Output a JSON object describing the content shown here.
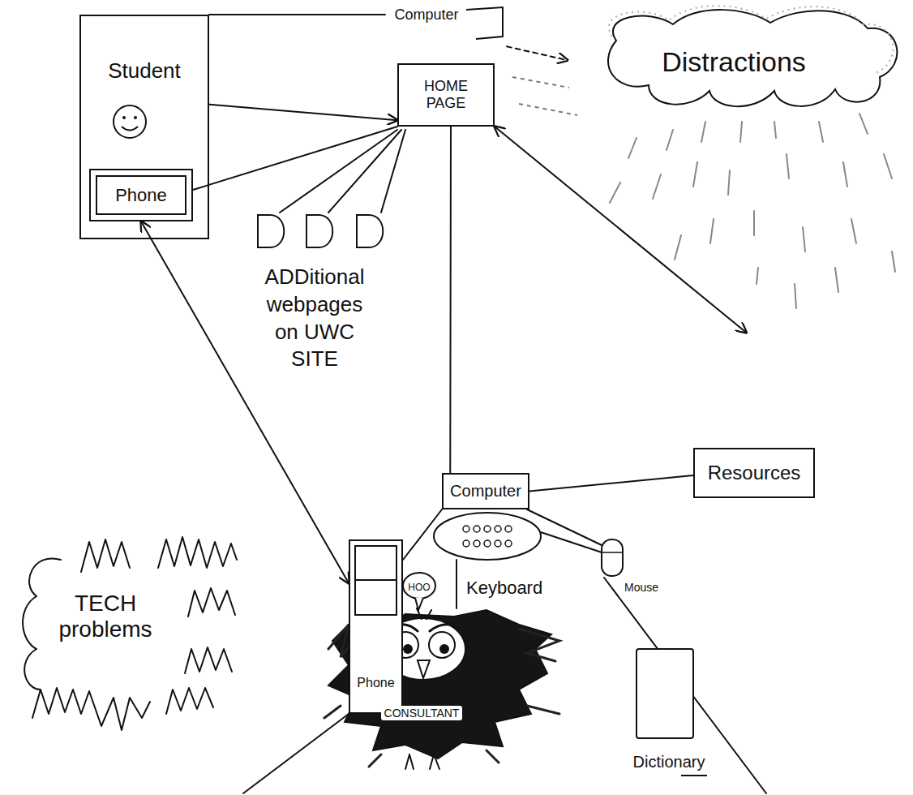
{
  "diagram": {
    "nodes": [
      {
        "text": [
          "Student"
        ]
      },
      {
        "text": [
          "Phone"
        ],
        "in": 0
      },
      {
        "text": [
          "Computer"
        ]
      },
      {
        "text": [
          "HOME PAGE"
        ],
        "in": 2
      },
      {
        "text": [
          "Distractions"
        ]
      },
      {
        "text": [
          "Computer"
        ]
      },
      {
        "text": [
          "Resources"
        ]
      },
      {
        "text": [
          "Keyboard"
        ]
      },
      {
        "text": [
          "Mouse"
        ]
      },
      {
        "text": [
          "TECH problems"
        ]
      },
      {
        "text": [
          "Phone"
        ]
      },
      {
        "text": [
          "HOO"
        ]
      },
      {
        "text": [
          "Dictionary"
        ]
      }
    ],
    "edges": [
      {
        "from": 0,
        "to": 3,
        "arrow": "to"
      },
      {
        "from": 1,
        "to": 3,
        "arrow": "none"
      },
      {
        "from": 2,
        "to": 4,
        "arrow": "to"
      },
      {
        "from": 3,
        "to": 4,
        "arrow": "both"
      },
      {
        "from": 3,
        "to": 5,
        "arrow": "none"
      },
      {
        "from": 5,
        "to": 6,
        "arrow": "none"
      },
      {
        "from": 1,
        "to": 10,
        "arrow": "both"
      },
      {
        "from": 7,
        "to": 8,
        "arrow": "none"
      }
    ],
    "labels": [
      "ADDitional webpages on UWC SITE",
      "CONSULTANT"
    ]
  }
}
